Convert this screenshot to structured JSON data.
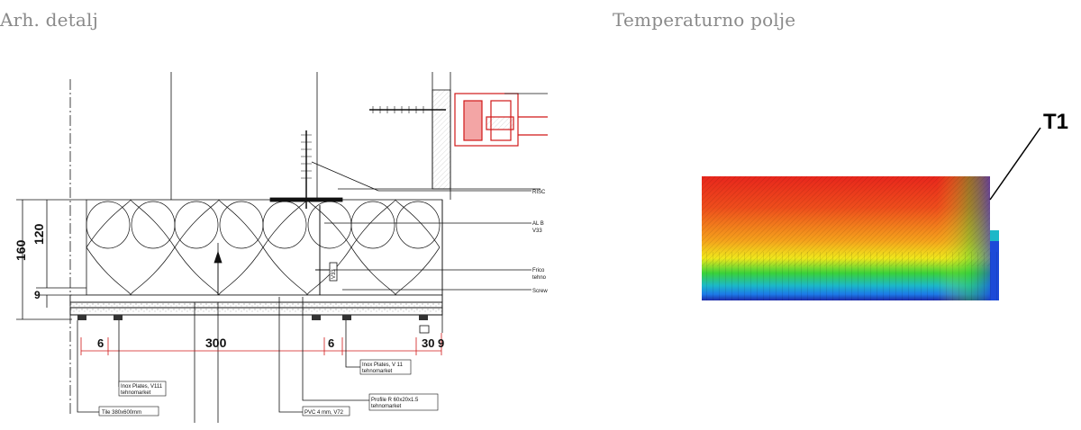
{
  "headings": {
    "left": "Arh. detalj",
    "right": "Temperaturno polje"
  },
  "dimensions": {
    "total_height": "160",
    "insulation": "120",
    "layer": "9",
    "gap_left": "6",
    "span": "300",
    "gap_right": "6",
    "edge_a": "30",
    "edge_b": "9"
  },
  "callouts": {
    "tile": "Tile 380x600mm",
    "inox_left_1": "Inox Plates, V111",
    "inox_left_2": "tehnomarket",
    "pvc": "PVC 4 mm, V72",
    "profile_1": "Profile R 60x20x1.5",
    "profile_2": "tehnomarket",
    "inox_right_1": "Inox Plates, V 11",
    "inox_right_2": "tehnomarket",
    "risc": "RISC",
    "al_1": "AL B",
    "al_2": "V33",
    "frico_1": "Frico",
    "frico_2": "tehno",
    "screw": "Screw",
    "vertical": "V33"
  },
  "thermal": {
    "marker_label": "T1",
    "colors": {
      "hot": "#e8261c",
      "warm": "#f5a31c",
      "mid": "#f0e81c",
      "cool": "#3ad13a",
      "cold": "#1c7ae8",
      "coldest": "#1c2aa8"
    }
  }
}
